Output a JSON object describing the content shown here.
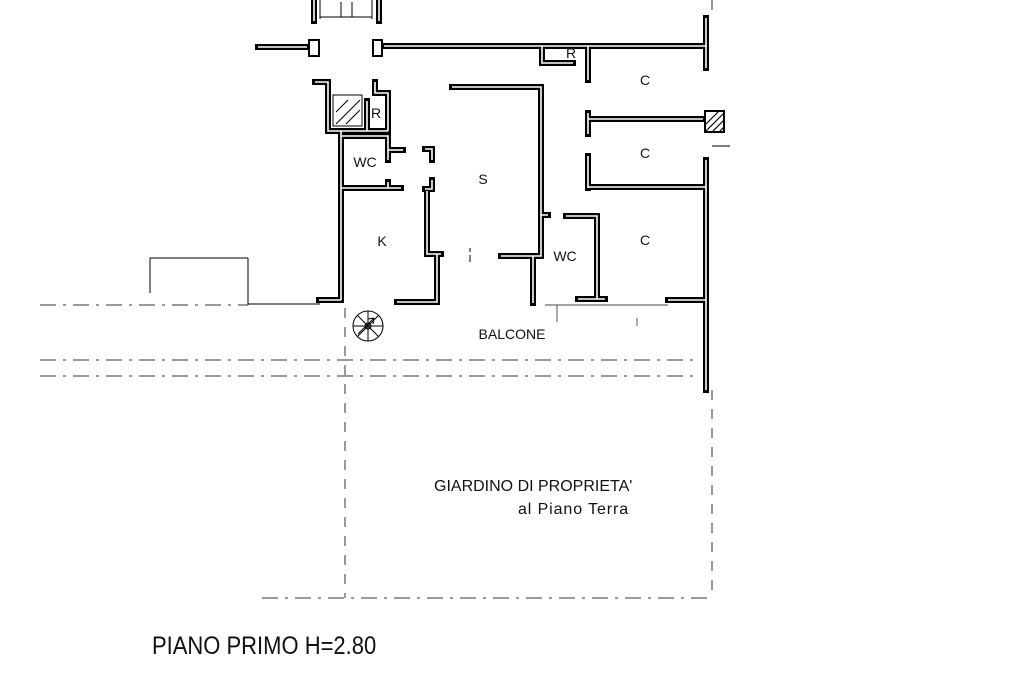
{
  "plan": {
    "rooms": [
      {
        "label": "R"
      },
      {
        "label": "C"
      },
      {
        "label": "R"
      },
      {
        "label": "WC"
      },
      {
        "label": "C"
      },
      {
        "label": "S"
      },
      {
        "label": "K"
      },
      {
        "label": "C"
      },
      {
        "label": "WC"
      }
    ],
    "balcony_label": "BALCONE",
    "garden": {
      "line1": "GIARDINO DI PROPRIETA'",
      "line2": "al Piano Terra"
    }
  },
  "caption": "PIANO PRIMO H=2.80"
}
